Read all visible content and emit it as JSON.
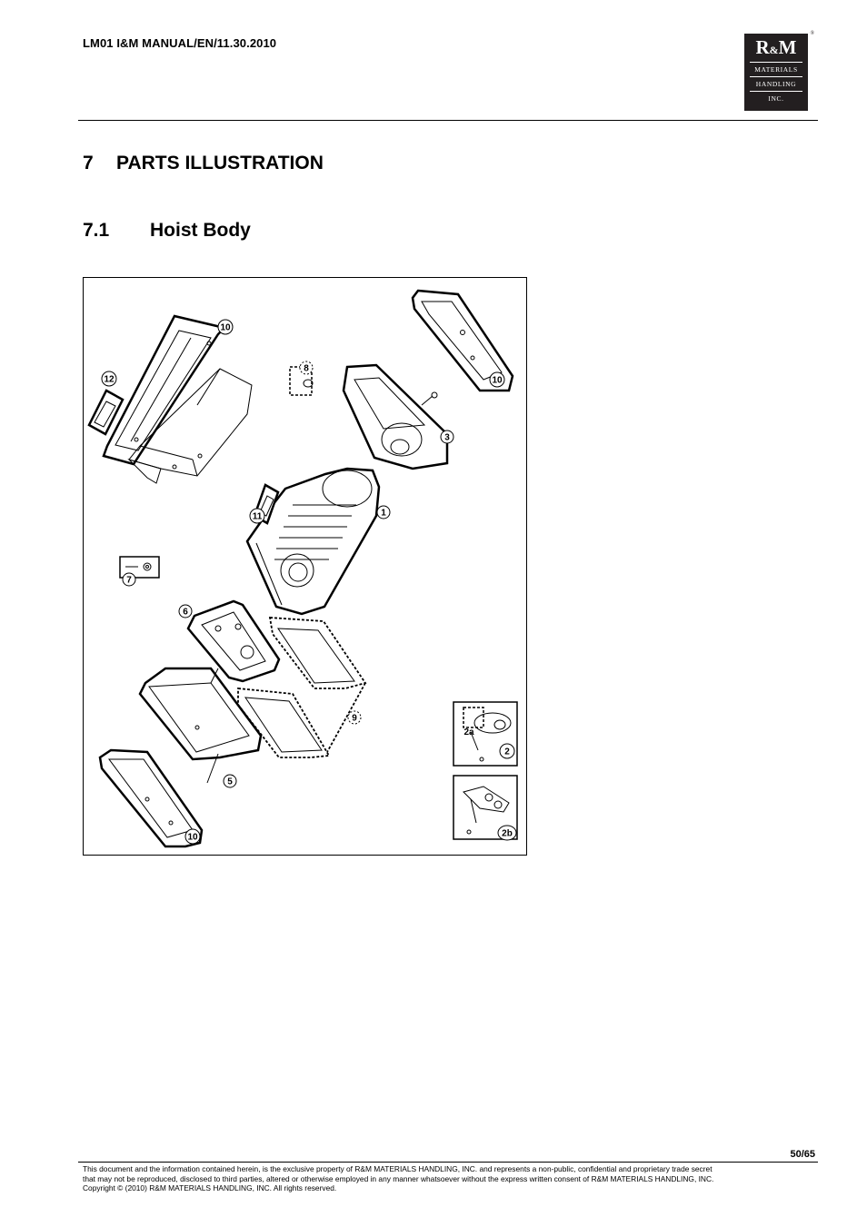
{
  "header": {
    "doc_id": "LM01 I&M MANUAL/EN/11.30.2010",
    "logo": {
      "mark_r": "R",
      "mark_amp": "&",
      "mark_m": "M",
      "line1": "MATERIALS",
      "line2": "HANDLING",
      "line3": "INC.",
      "registered": "®"
    }
  },
  "section": {
    "number": "7",
    "title": "PARTS ILLUSTRATION"
  },
  "subsection": {
    "number": "7.1",
    "title": "Hoist Body"
  },
  "figure": {
    "callouts": [
      "10",
      "12",
      "8",
      "10",
      "3",
      "11",
      "1",
      "7",
      "6",
      "9",
      "2a",
      "2",
      "5",
      "10",
      "2b"
    ]
  },
  "footer": {
    "page": "50/65",
    "line1": "This document and the information contained herein, is the exclusive property of R&M MATERIALS HANDLING, INC.  and represents a non-public, confidential and proprietary trade secret",
    "line2": "that may not be reproduced, disclosed to third parties, altered or otherwise employed in any manner whatsoever without the express written consent of R&M MATERIALS HANDLING, INC.",
    "line3": "Copyright © (2010) R&M MATERIALS HANDLING, INC.  All rights reserved."
  }
}
